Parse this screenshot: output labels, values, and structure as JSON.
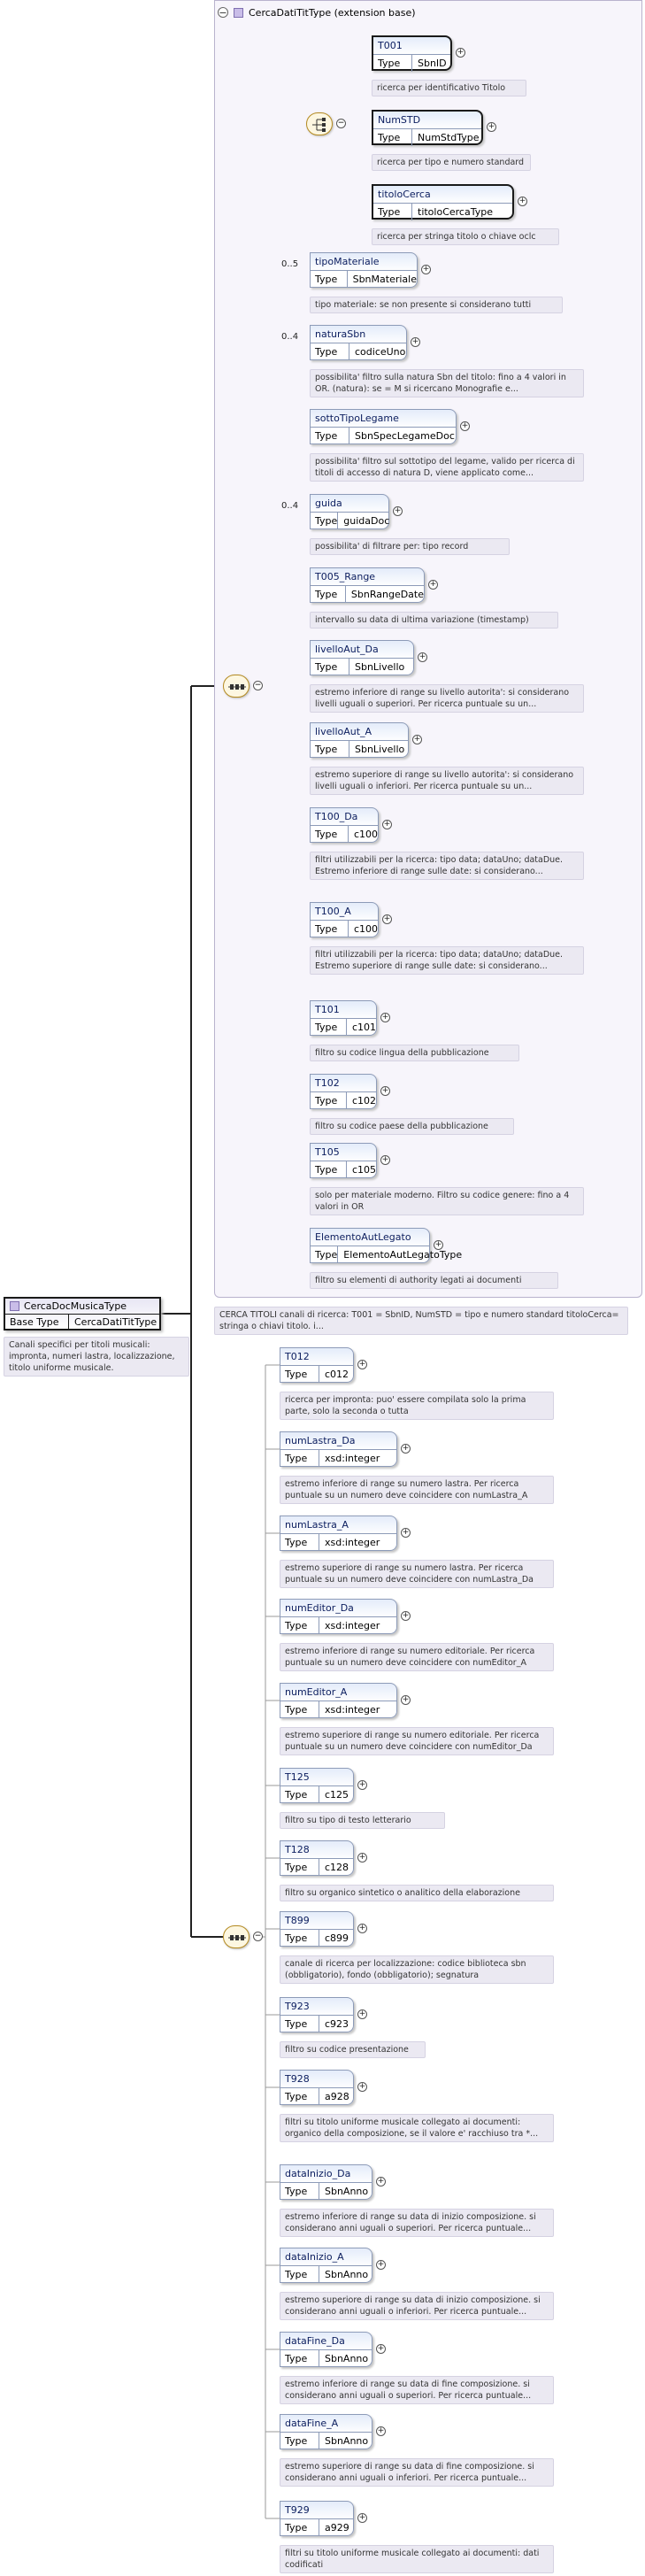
{
  "root": {
    "name": "CercaDocMusicaType",
    "base_label": "Base Type",
    "base_type": "CercaDatiTitType",
    "annotation": "Canali specifici per titoli musicali: impronta, numeri lastra, localizzazione, titolo uniforme musicale."
  },
  "extension": {
    "title": "CercaDatiTitType (extension base)",
    "annotation": "CERCA TITOLI canali di ricerca: T001 = SbnID, NumSTD = tipo e numero standard titoloCerca= stringa o chiavi titolo. i..."
  },
  "type_label": "Type",
  "choice_elements": [
    {
      "name": "T001",
      "type": "SbnID",
      "ann": "ricerca per identificativo Titolo"
    },
    {
      "name": "NumSTD",
      "type": "NumStdType",
      "ann": "ricerca per tipo e numero standard"
    },
    {
      "name": "titoloCerca",
      "type": "titoloCercaType",
      "ann": "ricerca per stringa titolo o chiave oclc"
    }
  ],
  "ext_elements": [
    {
      "name": "tipoMateriale",
      "type": "SbnMateriale",
      "card": "0..5",
      "ann": "tipo materiale: se non presente si considerano tutti"
    },
    {
      "name": "naturaSbn",
      "type": "codiceUno",
      "card": "0..4",
      "ann": "possibilita' filtro sulla natura Sbn del titolo: fino a 4 valori in OR. (natura): se = M si ricercano Monografie e..."
    },
    {
      "name": "sottoTipoLegame",
      "type": "SbnSpecLegameDoc",
      "card": "",
      "ann": "possibilita' filtro sul sottotipo del legame, valido per ricerca di titoli di accesso di natura D, viene applicato come..."
    },
    {
      "name": "guida",
      "type": "guidaDoc",
      "card": "0..4",
      "ann": "possibilita' di filtrare per: tipo record"
    },
    {
      "name": "T005_Range",
      "type": "SbnRangeDate",
      "card": "",
      "ann": "intervallo su data di ultima variazione (timestamp)"
    },
    {
      "name": "livelloAut_Da",
      "type": "SbnLivello",
      "card": "",
      "ann": "estremo inferiore di range su livello autorita': si considerano livelli uguali o superiori. Per ricerca puntuale su un..."
    },
    {
      "name": "livelloAut_A",
      "type": "SbnLivello",
      "card": "",
      "ann": "estremo superiore di range su livello autorita': si considerano livelli uguali o inferiori. Per ricerca puntuale su un..."
    },
    {
      "name": "T100_Da",
      "type": "c100",
      "card": "",
      "ann": "filtri utilizzabili per la ricerca: tipo data; dataUno; dataDue. Estremo inferiore di range sulle date: si considerano..."
    },
    {
      "name": "T100_A",
      "type": "c100",
      "card": "",
      "ann": "filtri utilizzabili per la ricerca: tipo data; dataUno; dataDue. Estremo superiore di range sulle date: si considerano..."
    },
    {
      "name": "T101",
      "type": "c101",
      "card": "",
      "ann": "filtro su codice lingua della pubblicazione"
    },
    {
      "name": "T102",
      "type": "c102",
      "card": "",
      "ann": "filtro su codice paese della pubblicazione"
    },
    {
      "name": "T105",
      "type": "c105",
      "card": "",
      "ann": "solo per materiale moderno. Filtro su codice genere: fino a 4 valori in OR"
    },
    {
      "name": "ElementoAutLegato",
      "type": "ElementoAutLegatoType",
      "card": "",
      "ann": "filtro su elementi di authority legati ai documenti"
    }
  ],
  "music_elements": [
    {
      "name": "T012",
      "type": "c012",
      "ann": "ricerca per impronta: puo' essere compilata solo la prima parte, solo la seconda o tutta"
    },
    {
      "name": "numLastra_Da",
      "type": "xsd:integer",
      "ann": "estremo inferiore di range su numero lastra. Per ricerca puntuale su un numero deve coincidere con numLastra_A"
    },
    {
      "name": "numLastra_A",
      "type": "xsd:integer",
      "ann": "estremo superiore di range su numero lastra. Per ricerca puntuale su un numero deve coincidere con numLastra_Da"
    },
    {
      "name": "numEditor_Da",
      "type": "xsd:integer",
      "ann": "estremo inferiore di range su numero editoriale. Per ricerca puntuale su un numero deve coincidere con numEditor_A"
    },
    {
      "name": "numEditor_A",
      "type": "xsd:integer",
      "ann": "estremo superiore di range su numero editoriale. Per ricerca puntuale su un numero deve coincidere con numEditor_Da"
    },
    {
      "name": "T125",
      "type": "c125",
      "ann": "filtro su tipo di testo letterario"
    },
    {
      "name": "T128",
      "type": "c128",
      "ann": "filtro su organico sintetico o analitico della elaborazione"
    },
    {
      "name": "T899",
      "type": "c899",
      "ann": "canale di ricerca per localizzazione: codice biblioteca sbn (obbligatorio), fondo (obbligatorio); segnatura"
    },
    {
      "name": "T923",
      "type": "c923",
      "ann": "filtro su codice presentazione"
    },
    {
      "name": "T928",
      "type": "a928",
      "ann": "filtri su titolo uniforme musicale collegato ai documenti: organico della composizione, se il valore e' racchiuso tra *..."
    },
    {
      "name": "dataInizio_Da",
      "type": "SbnAnno",
      "ann": "estremo inferiore di range su data di inizio composizione. si considerano anni uguali o superiori. Per ricerca puntuale..."
    },
    {
      "name": "dataInizio_A",
      "type": "SbnAnno",
      "ann": "estremo superiore di range su data di inizio composizione. si considerano anni uguali o inferiori. Per ricerca puntuale..."
    },
    {
      "name": "dataFine_Da",
      "type": "SbnAnno",
      "ann": "estremo inferiore di range su data di fine composizione. si considerano anni uguali o superiori. Per ricerca puntuale..."
    },
    {
      "name": "dataFine_A",
      "type": "SbnAnno",
      "ann": "estremo superiore di range su data di fine composizione. si considerano anni uguali o inferiori. Per ricerca puntuale..."
    },
    {
      "name": "T929",
      "type": "a929",
      "ann": "filtri su titolo uniforme musicale collegato ai documenti: dati codificati"
    }
  ]
}
